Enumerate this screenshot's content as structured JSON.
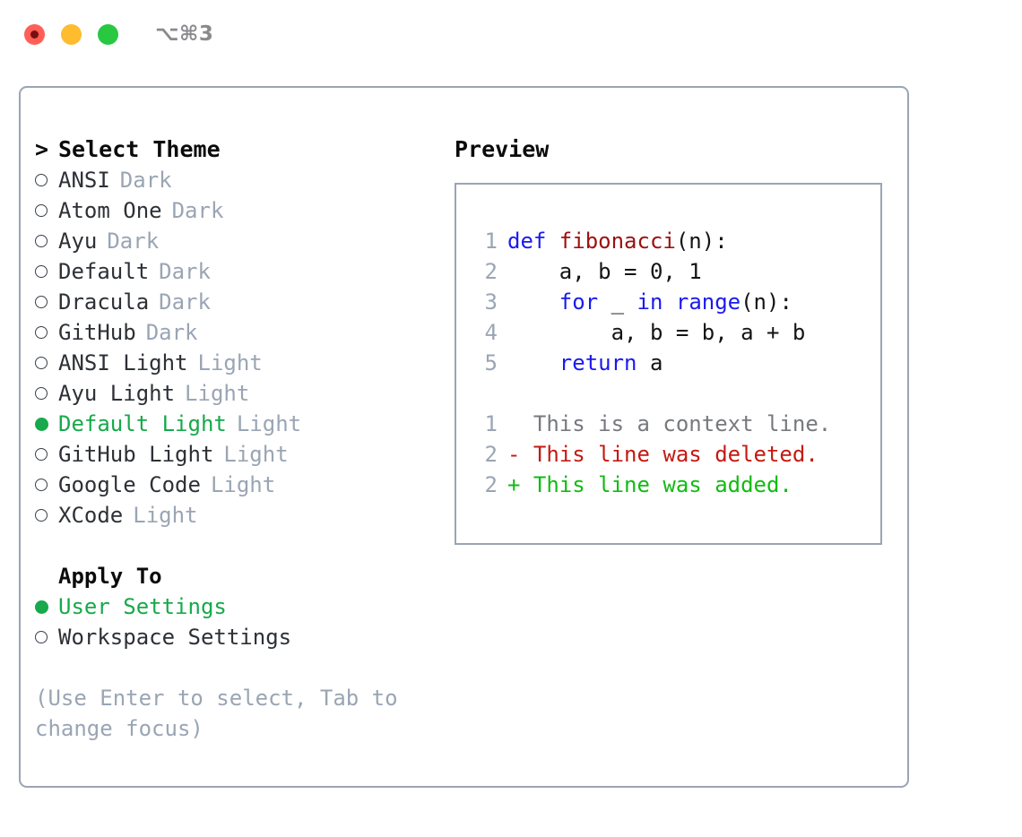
{
  "titlebar": {
    "shortcut": "⌥⌘3",
    "lights": [
      {
        "name": "close",
        "color": "#ff5f57"
      },
      {
        "name": "minimize",
        "color": "#febc2e"
      },
      {
        "name": "maximize",
        "color": "#28c840"
      }
    ]
  },
  "theme_picker": {
    "caret": ">",
    "title": "Select Theme",
    "marker_selected": "●",
    "marker_unselected": "○",
    "items": [
      {
        "label": "ANSI",
        "kind": "Dark",
        "selected": false
      },
      {
        "label": "Atom One",
        "kind": "Dark",
        "selected": false
      },
      {
        "label": "Ayu",
        "kind": "Dark",
        "selected": false
      },
      {
        "label": "Default",
        "kind": "Dark",
        "selected": false
      },
      {
        "label": "Dracula",
        "kind": "Dark",
        "selected": false
      },
      {
        "label": "GitHub",
        "kind": "Dark",
        "selected": false
      },
      {
        "label": "ANSI Light",
        "kind": "Light",
        "selected": false
      },
      {
        "label": "Ayu Light",
        "kind": "Light",
        "selected": false
      },
      {
        "label": "Default Light",
        "kind": "Light",
        "selected": true
      },
      {
        "label": "GitHub Light",
        "kind": "Light",
        "selected": false
      },
      {
        "label": "Google Code",
        "kind": "Light",
        "selected": false
      },
      {
        "label": "XCode",
        "kind": "Light",
        "selected": false
      }
    ]
  },
  "apply_to": {
    "title": "Apply To",
    "items": [
      {
        "label": "User Settings",
        "selected": true
      },
      {
        "label": "Workspace Settings",
        "selected": false
      }
    ]
  },
  "hint": "(Use Enter to select, Tab to change focus)",
  "preview": {
    "title": "Preview",
    "code_lines": [
      {
        "lineno": "1",
        "tokens": [
          {
            "text": "def ",
            "style": "kw"
          },
          {
            "text": "fibonacci",
            "style": "fn"
          },
          {
            "text": "(n):",
            "style": "txt"
          }
        ]
      },
      {
        "lineno": "2",
        "tokens": [
          {
            "text": "    a, b = 0, 1",
            "style": "txt"
          }
        ]
      },
      {
        "lineno": "3",
        "tokens": [
          {
            "text": "    ",
            "style": "txt"
          },
          {
            "text": "for",
            "style": "kw"
          },
          {
            "text": " _ ",
            "style": "txt"
          },
          {
            "text": "in range",
            "style": "kw"
          },
          {
            "text": "(n):",
            "style": "txt"
          }
        ]
      },
      {
        "lineno": "4",
        "tokens": [
          {
            "text": "        a, b = b, a + b",
            "style": "txt"
          }
        ]
      },
      {
        "lineno": "5",
        "tokens": [
          {
            "text": "    ",
            "style": "txt"
          },
          {
            "text": "return",
            "style": "kw"
          },
          {
            "text": " a",
            "style": "txt"
          }
        ]
      }
    ],
    "diff_lines": [
      {
        "lineno": "1",
        "sign": " ",
        "text": "  This is a context line.",
        "style": "ctx"
      },
      {
        "lineno": "2",
        "sign": "-",
        "text": "- This line was deleted.",
        "style": "del"
      },
      {
        "lineno": "2",
        "sign": "+",
        "text": "+ This line was added.",
        "style": "add"
      }
    ]
  },
  "colors": {
    "accent_green": "#17a94b",
    "muted": "#9aa5b4",
    "text": "#2d3136",
    "keyword": "#1a1aee",
    "function": "#9c1010",
    "diff_add": "#12bb12",
    "diff_del": "#c41a12",
    "border": "#9aa5b4"
  }
}
